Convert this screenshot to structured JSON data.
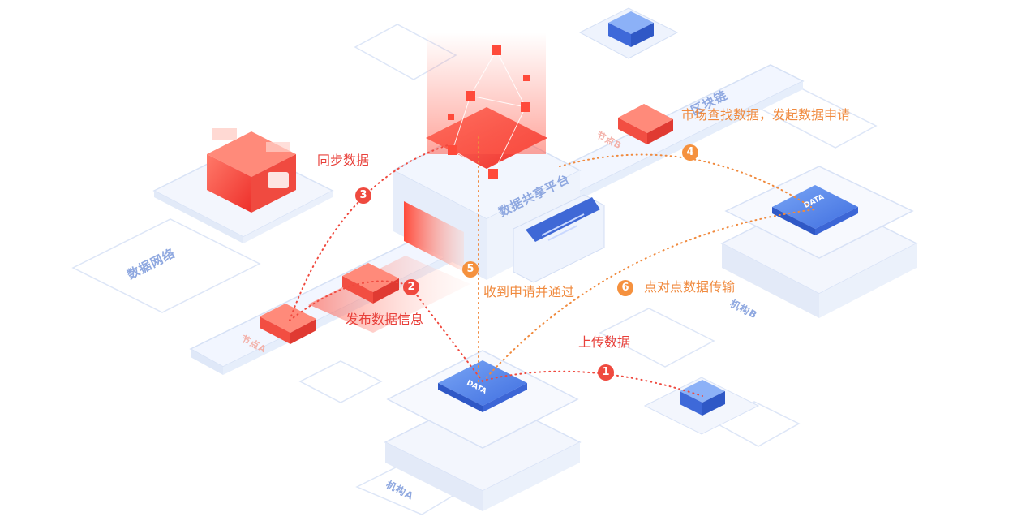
{
  "zones": {
    "data_network": "数据网络",
    "blockchain": "区块链",
    "platform": "数据共享平台",
    "org_a": "机构A",
    "org_b": "机构B",
    "node_a": "节点A",
    "node_b": "节点B"
  },
  "chips": {
    "a": "DATA",
    "b": "DATA"
  },
  "steps": {
    "1": {
      "num": "1",
      "label": "上传数据"
    },
    "2": {
      "num": "2",
      "label": "发布数据信息"
    },
    "3": {
      "num": "3",
      "label": "同步数据"
    },
    "4": {
      "num": "4",
      "label": "市场查找数据，发起数据申请"
    },
    "5": {
      "num": "5",
      "label": "收到申请并通过"
    },
    "6": {
      "num": "6",
      "label": "点对点数据传输"
    }
  },
  "colors": {
    "red_step": "#ef4a3f",
    "orange_step": "#f5913e",
    "blue_accent": "#3f6ee0",
    "zone_text": "#8fa8e0"
  }
}
